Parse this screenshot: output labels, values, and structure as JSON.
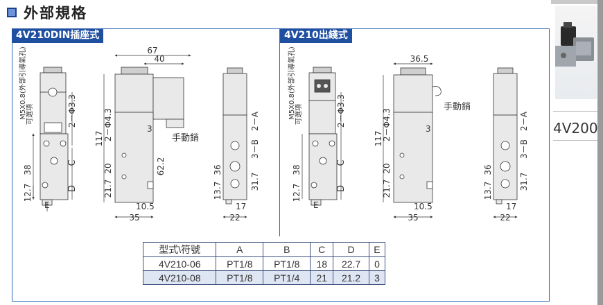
{
  "heading": {
    "text": "外部規格"
  },
  "panels": [
    {
      "title": "4V210DIN插座式",
      "dims": {
        "w_total": "67",
        "w_conn": "40",
        "h_total": "117",
        "port_top": "2－Φ3.3",
        "port_mid": "2－Φ4.3",
        "h_38": "38",
        "h_127": "12.7",
        "h_217": "21.7",
        "h_20": "20",
        "h_622": "62.2",
        "w_105": "10.5",
        "w_35": "35",
        "dim_3": "3",
        "h_36": "36",
        "h_137": "13.7",
        "h_317": "31.7",
        "w_17": "17",
        "w_22": "22",
        "port_c": "C",
        "port_d": "D",
        "port_e": "E",
        "port_a": "2－A",
        "port_b": "3－B",
        "side_note": "M5X0.8(外部引導氣孔)",
        "side_note2": "可選項",
        "pin_label": "手動銷"
      }
    },
    {
      "title": "4V210出綫式",
      "dims": {
        "w_total": "36.5",
        "h_total": "117",
        "port_top": "2－Φ3.3",
        "port_mid": "2－Φ4.3",
        "h_38": "38",
        "h_127": "12.7",
        "h_217": "21.7",
        "h_20": "20",
        "w_105": "10.5",
        "w_35": "35",
        "dim_3": "3",
        "h_36": "36",
        "h_137": "13.7",
        "h_317": "31.7",
        "w_17": "17",
        "w_22": "22",
        "port_c": "C",
        "port_d": "D",
        "port_e": "E",
        "port_a": "2－A",
        "port_b": "3－B",
        "side_note": "M5X0.8(外部引導氣孔)",
        "side_note2": "可選項",
        "pin_label": "手動銷"
      }
    }
  ],
  "table": {
    "headers": [
      "型式\\符號",
      "A",
      "B",
      "C",
      "D",
      "E"
    ],
    "rows": [
      [
        "4V210-06",
        "PT1/8",
        "PT1/8",
        "18",
        "22.7",
        "0"
      ],
      [
        "4V210-08",
        "PT1/8",
        "PT1/4",
        "21",
        "21.2",
        "3"
      ]
    ]
  },
  "sidebar": {
    "model": "4V200"
  },
  "colors": {
    "accent": "#1e4fa0",
    "frame": "#2a66b8",
    "table_alt_row": "#dfe6f3",
    "body_fill": "#e9e9e9"
  }
}
